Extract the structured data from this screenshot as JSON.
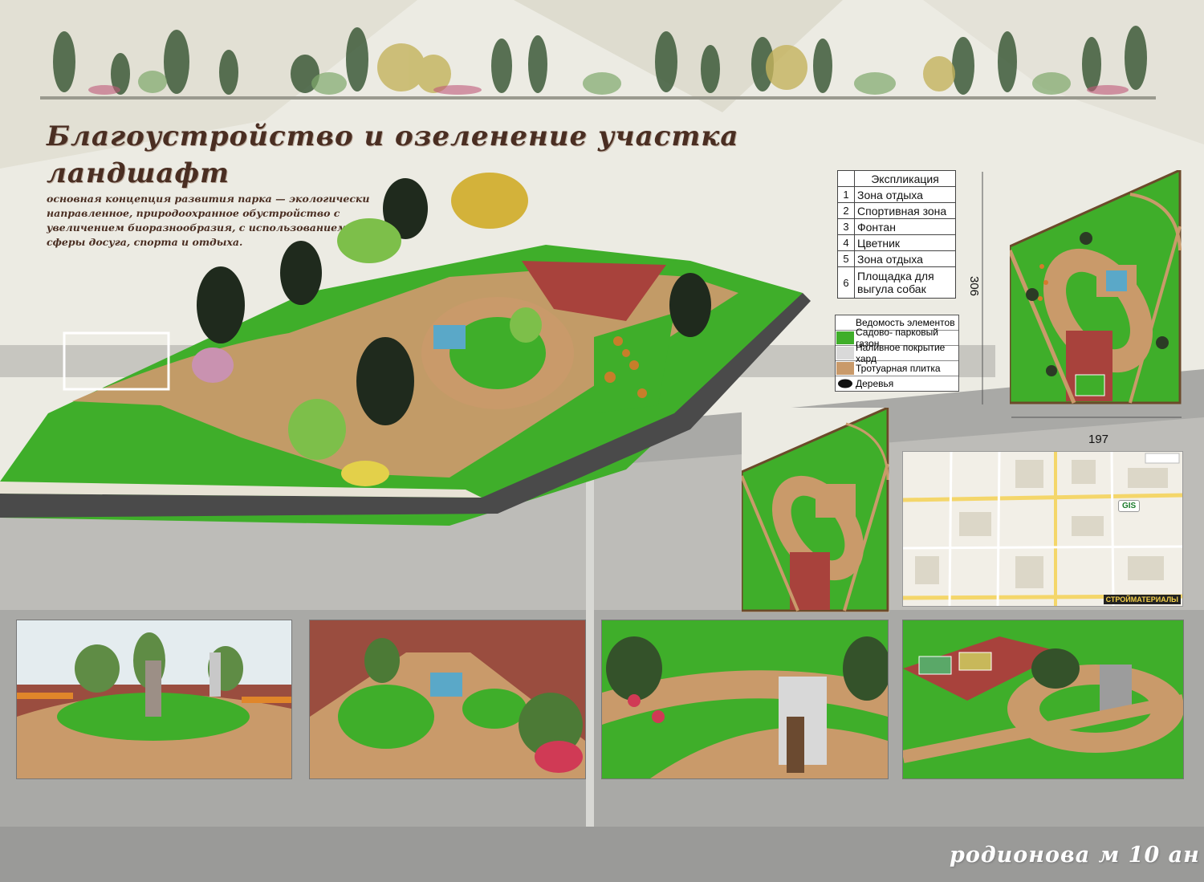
{
  "title_line1": "Благоустройство и озеленение участка",
  "title_line2": "ландшафт",
  "concept_text": "основная концепция развития парка — экологически направленное, природоохранное обустройство с увеличением биоразнообразия, с использованием зон сферы досуга, спорта и отдыха.",
  "explication": {
    "header": "Экспликация",
    "items": [
      {
        "num": "1",
        "label": "Зона отдыха"
      },
      {
        "num": "2",
        "label": "Спортивная зона"
      },
      {
        "num": "3",
        "label": "Фонтан"
      },
      {
        "num": "4",
        "label": "Цветник"
      },
      {
        "num": "5",
        "label": "Зона отдыха"
      },
      {
        "num": "6",
        "label": "Площадка для выгула собак"
      }
    ]
  },
  "legend": {
    "header": "Ведомость элементов",
    "items": [
      {
        "label": "Садово- парковый газон",
        "color": "#3fae2a"
      },
      {
        "label": "Наливное покрытие хард",
        "color": "#d9d9d9"
      },
      {
        "label": "Тротуарная плитка",
        "color": "#c99a6a"
      },
      {
        "label": "Деревья",
        "color": "#111111"
      }
    ]
  },
  "dimensions": {
    "height": "306",
    "width": "197"
  },
  "map": {
    "badge": "GIS",
    "brand_label": "СТРОЙМАТЕРИАЛЫ"
  },
  "signature": "родионова м 10 ан",
  "colors": {
    "lawn": "#3fae2a",
    "paving": "#c99a6a",
    "hard": "#a8423c",
    "title": "#4a2e22"
  }
}
